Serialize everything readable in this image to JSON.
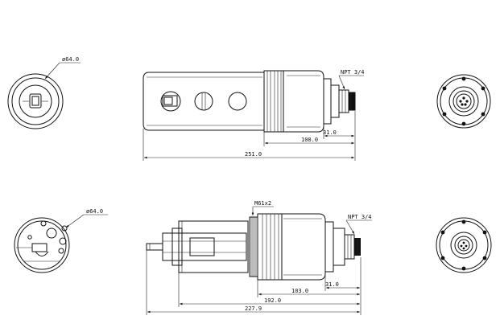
{
  "top_row": {
    "left_view": {
      "diameter_label": "ø64.0"
    },
    "main_view": {
      "thread_label": "NPT 3/4",
      "dim_small": "31.0",
      "dim_mid": "108.0",
      "dim_total": "251.0"
    }
  },
  "bottom_row": {
    "left_view": {
      "diameter_label": "ø64.0"
    },
    "main_view": {
      "thread_spec_label": "M61x2",
      "thread_label": "NPT 3/4",
      "dim_small": "31.0",
      "dim_mid": "103.0",
      "dim_192": "192.0",
      "dim_total": "227.9"
    }
  },
  "colors": {
    "line": "#111111",
    "background": "#ffffff"
  }
}
